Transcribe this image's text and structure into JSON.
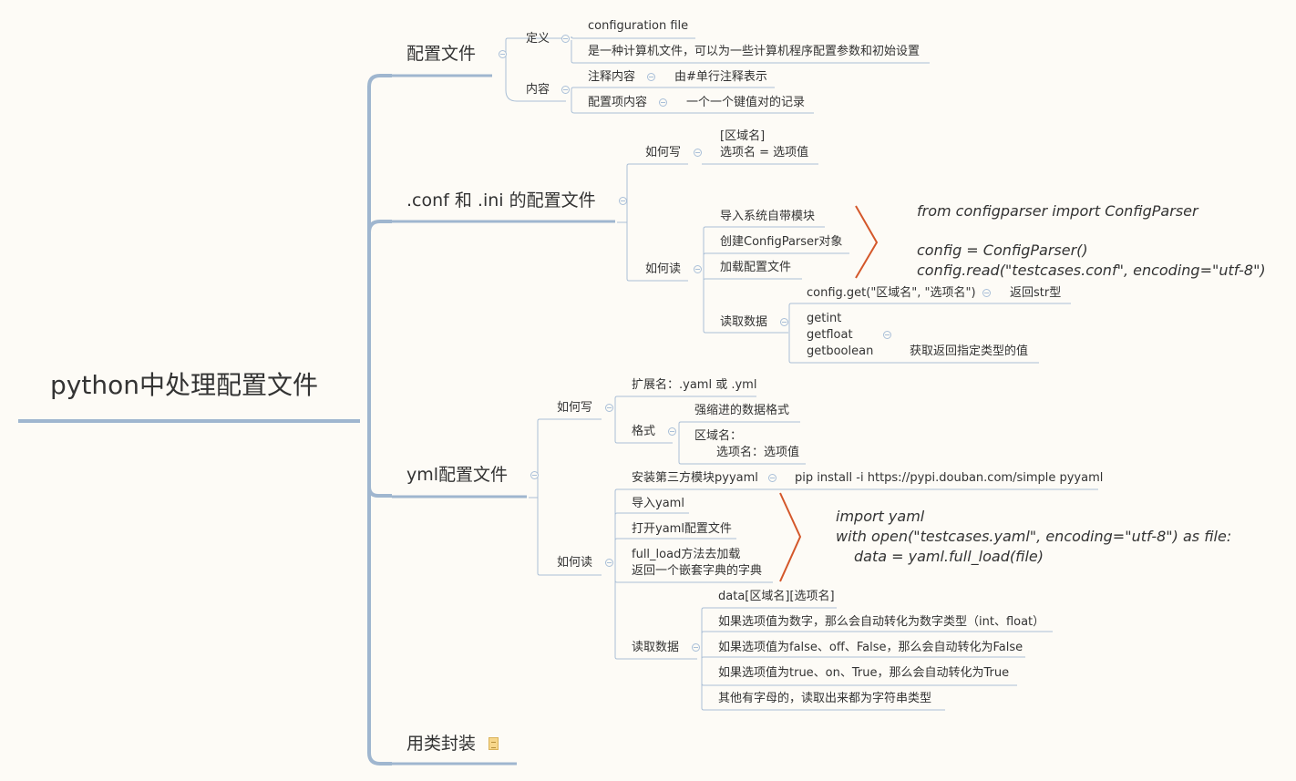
{
  "root": "python中处理配置文件",
  "b1": {
    "title": "配置文件",
    "def": "定义",
    "def_1": "configuration file",
    "def_2": "是一种计算机文件，可以为一些计算机程序配置参数和初始设置",
    "content": "内容",
    "c1": "注释内容",
    "c1_v": "由#单行注释表示",
    "c2": "配置项内容",
    "c2_v": "一个一个键值对的记录"
  },
  "b2": {
    "title": ".conf 和 .ini 的配置文件",
    "write": "如何写",
    "write_l1": "[区域名]",
    "write_l2": "选项名 = 选项值",
    "read": "如何读",
    "r1": "导入系统自带模块",
    "r2": "创建ConfigParser对象",
    "r3": "加载配置文件",
    "r4": "读取数据",
    "get": "config.get(\"区域名\", \"选项名\")",
    "get_v": "返回str型",
    "g1": "getint",
    "g2": "getfloat",
    "g3": "getboolean",
    "g_v": "获取返回指定类型的值",
    "code1": "from configparser import ConfigParser",
    "code2": "config = ConfigParser()",
    "code3": "config.read(\"testcases.conf\", encoding=\"utf-8\")"
  },
  "b3": {
    "title": "yml配置文件",
    "write": "如何写",
    "ext": "扩展名：.yaml 或 .yml",
    "fmt": "格式",
    "fmt1": "强缩进的数据格式",
    "fmt2_l1": "区域名：",
    "fmt2_l2": "选项名：选项值",
    "read": "如何读",
    "install": "安装第三方模块pyyaml",
    "install_v": "pip install -i https://pypi.douban.com/simple pyyaml",
    "r1": "导入yaml",
    "r2": "打开yaml配置文件",
    "r3_l1": "full_load方法去加载",
    "r3_l2": "返回一个嵌套字典的字典",
    "r4": "读取数据",
    "d1": "data[区域名][选项名]",
    "d2": "如果选项值为数字，那么会自动转化为数字类型（int、float）",
    "d3": "如果选项值为false、off、False，那么会自动转化为False",
    "d4": "如果选项值为true、on、True，那么会自动转化为True",
    "d5": "其他有字母的，读取出来都为字符串类型",
    "code1": "import yaml",
    "code2": "with open(\"testcases.yaml\", encoding=\"utf-8\") as file:",
    "code3": "data = yaml.full_load(file)"
  },
  "b4": {
    "title": "用类封装",
    "icon": "note-icon"
  },
  "colors": {
    "link": "#a9bfd8",
    "branch": "#9fb6cf",
    "bracket": "#d4572a",
    "note": "#f7d78b"
  }
}
